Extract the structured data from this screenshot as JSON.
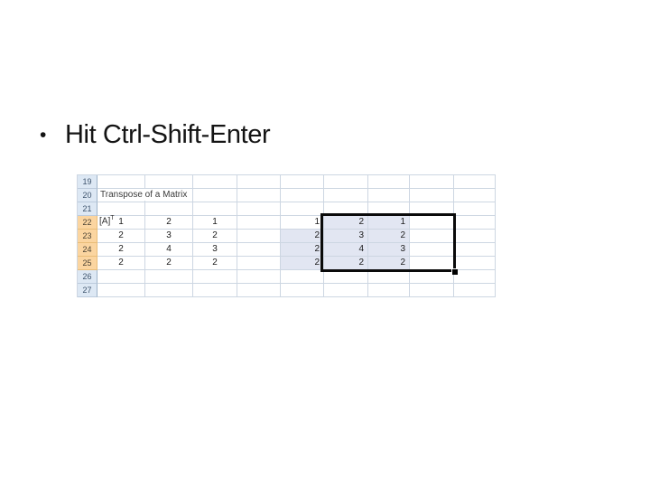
{
  "slide": {
    "bullet": "•",
    "title": "Hit Ctrl-Shift-Enter"
  },
  "spreadsheet": {
    "section_label": "Transpose of a Matrix",
    "matrix_label": "[A]",
    "matrix_label_superscript": "T",
    "row_numbers": [
      "19",
      "20",
      "21",
      "22",
      "23",
      "24",
      "25",
      "26",
      "27"
    ],
    "selected_row_numbers": [
      "22",
      "23",
      "24",
      "25"
    ],
    "left_matrix": [
      [
        "1",
        "2",
        "1"
      ],
      [
        "2",
        "3",
        "2"
      ],
      [
        "2",
        "4",
        "3"
      ],
      [
        "2",
        "2",
        "2"
      ]
    ],
    "right_matrix": [
      [
        "1",
        "2",
        "1"
      ],
      [
        "2",
        "3",
        "2"
      ],
      [
        "2",
        "4",
        "3"
      ],
      [
        "2",
        "2",
        "2"
      ]
    ]
  },
  "colors": {
    "grid-line": "#cdd6e2",
    "header-fill": "#dde8f4",
    "header-border": "#9db3c8",
    "header-text": "#3f556e",
    "header-selected-fill": "#fbd5a0",
    "header-selected-border": "#e9bd79",
    "header-selected-text": "#4c4334",
    "selection-fill": "#e2e6f2",
    "selection-border": "#0a0a0a",
    "cell-text": "#1c1c1c",
    "title-text": "#141414"
  }
}
